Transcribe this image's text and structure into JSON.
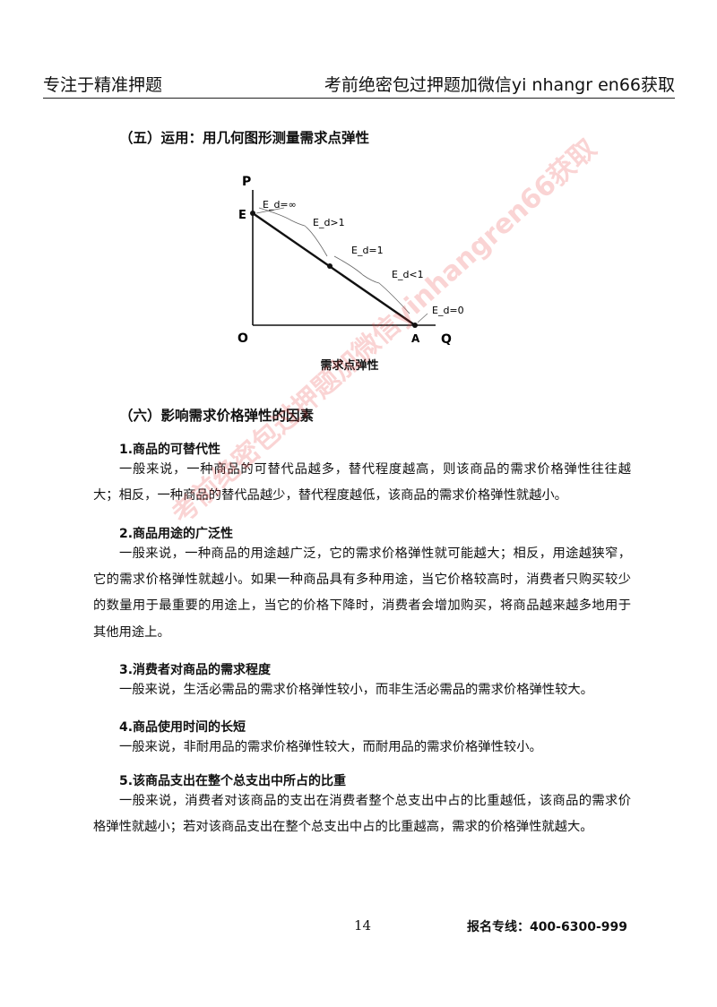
{
  "header": {
    "left": "专注于精准押题",
    "right": "考前绝密包过押题加微信yi nhangr en66获取"
  },
  "section5": {
    "title": "（五）运用：用几何图形测量需求点弹性"
  },
  "figure": {
    "labels": {
      "p": "P",
      "q": "Q",
      "o": "O",
      "e": "E",
      "a": "A",
      "ed_inf": "E_d=∞",
      "ed_gt1": "E_d>1",
      "ed_eq1": "E_d=1",
      "ed_lt1": "E_d<1",
      "ed_zero": "E_d=0"
    },
    "caption": "需求点弹性"
  },
  "section6": {
    "title": "（六）影响需求价格弹性的因素"
  },
  "items": [
    {
      "heading": "1.商品的可替代性",
      "text": "一般来说，一种商品的可替代品越多，替代程度越高，则该商品的需求价格弹性往往越大；相反，一种商品的替代品越少，替代程度越低，该商品的需求价格弹性就越小。"
    },
    {
      "heading": "2.商品用途的广泛性",
      "text": "一般来说，一种商品的用途越广泛，它的需求价格弹性就可能越大；相反，用途越狭窄，它的需求价格弹性就越小。如果一种商品具有多种用途，当它价格较高时，消费者只购买较少的数量用于最重要的用途上，当它的价格下降时，消费者会增加购买，将商品越来越多地用于其他用途上。"
    },
    {
      "heading": "3.消费者对商品的需求程度",
      "text": "一般来说，生活必需品的需求价格弹性较小，而非生活必需品的需求价格弹性较大。"
    },
    {
      "heading": "4.商品使用时间的长短",
      "text": "一般来说，非耐用品的需求价格弹性较大，而耐用品的需求价格弹性较小。"
    },
    {
      "heading": "5.该商品支出在整个总支出中所占的比重",
      "text": "一般来说，消费者对该商品的支出在消费者整个总支出中占的比重越低，该商品的需求价格弹性就越小；若对该商品支出在整个总支出中占的比重越高，需求的价格弹性就越大。"
    }
  ],
  "footer": {
    "page_number": "14",
    "hotline": "报名专线：400-6300-999"
  },
  "watermark": {
    "text": "考前绝密包过押题加微信yinhangren66获取",
    "color": "#e63c3c"
  }
}
